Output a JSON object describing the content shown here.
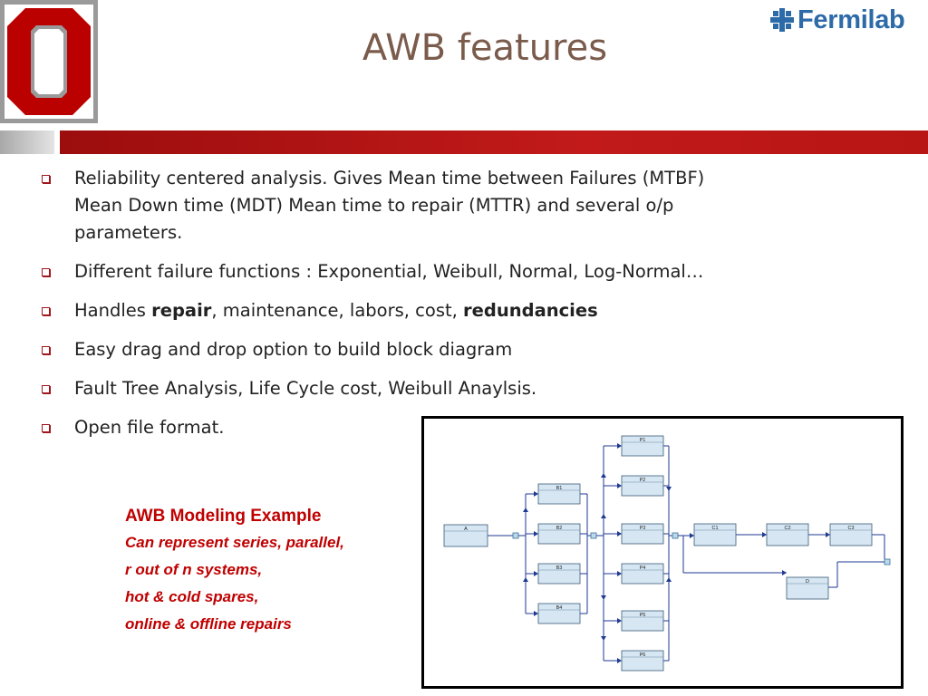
{
  "header": {
    "title": "AWB features",
    "brand": "Fermilab"
  },
  "bullets": [
    {
      "parts": [
        {
          "t": "Reliability centered analysis. Gives Mean time between Failures (MTBF)",
          "b": false
        }
      ],
      "line2": "Mean Down time (MDT)  Mean time to repair  (MTTR) and several o/p",
      "line3": "parameters."
    },
    {
      "parts": [
        {
          "t": "Different failure functions : Exponential, Weibull, Normal, Log-Normal…",
          "b": false
        }
      ]
    },
    {
      "parts": [
        {
          "t": "Handles ",
          "b": false
        },
        {
          "t": "repair",
          "b": true
        },
        {
          "t": ", maintenance, labors, cost, ",
          "b": false
        },
        {
          "t": "redundancies",
          "b": true
        }
      ]
    },
    {
      "parts": [
        {
          "t": "Easy drag and drop option to build block diagram",
          "b": false
        }
      ]
    },
    {
      "parts": [
        {
          "t": "Fault Tree Analysis, Life Cycle cost, Weibull Anaylsis.",
          "b": false
        }
      ]
    },
    {
      "parts": [
        {
          "t": "Open file format.",
          "b": false
        }
      ]
    }
  ],
  "example": {
    "title": "AWB Modeling Example",
    "lines": [
      "Can represent series, parallel,",
      "r out of  n systems,",
      "hot & cold spares,",
      "online & offline repairs"
    ]
  },
  "diagram": {
    "blocks": [
      "A",
      "B1",
      "B2",
      "B3",
      "B4",
      "P1",
      "P2",
      "P3",
      "P4",
      "P5",
      "P6",
      "C1",
      "C2",
      "C3",
      "D"
    ]
  },
  "colors": {
    "title": "#7a5b4c",
    "accent_red": "#c00000",
    "brand_blue": "#2d6aa8",
    "block_fill": "#d6e6f2",
    "line_blue": "#1f3a93"
  }
}
